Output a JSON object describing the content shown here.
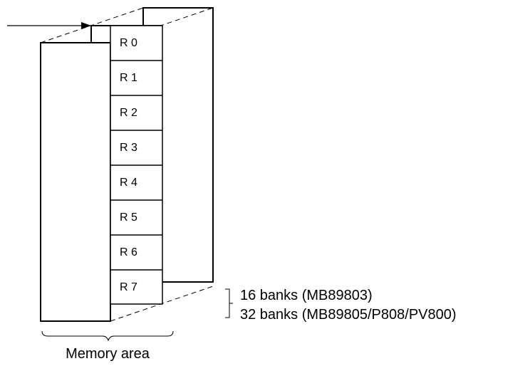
{
  "registers": [
    "R 0",
    "R 1",
    "R 2",
    "R 3",
    "R 4",
    "R 5",
    "R 6",
    "R 7"
  ],
  "bank_notes": {
    "line1": "16 banks (MB89803)",
    "line2": "32 banks (MB89805/P808/PV800)"
  },
  "memory_label": "Memory area",
  "colors": {
    "stroke": "#000000",
    "background": "#ffffff"
  }
}
